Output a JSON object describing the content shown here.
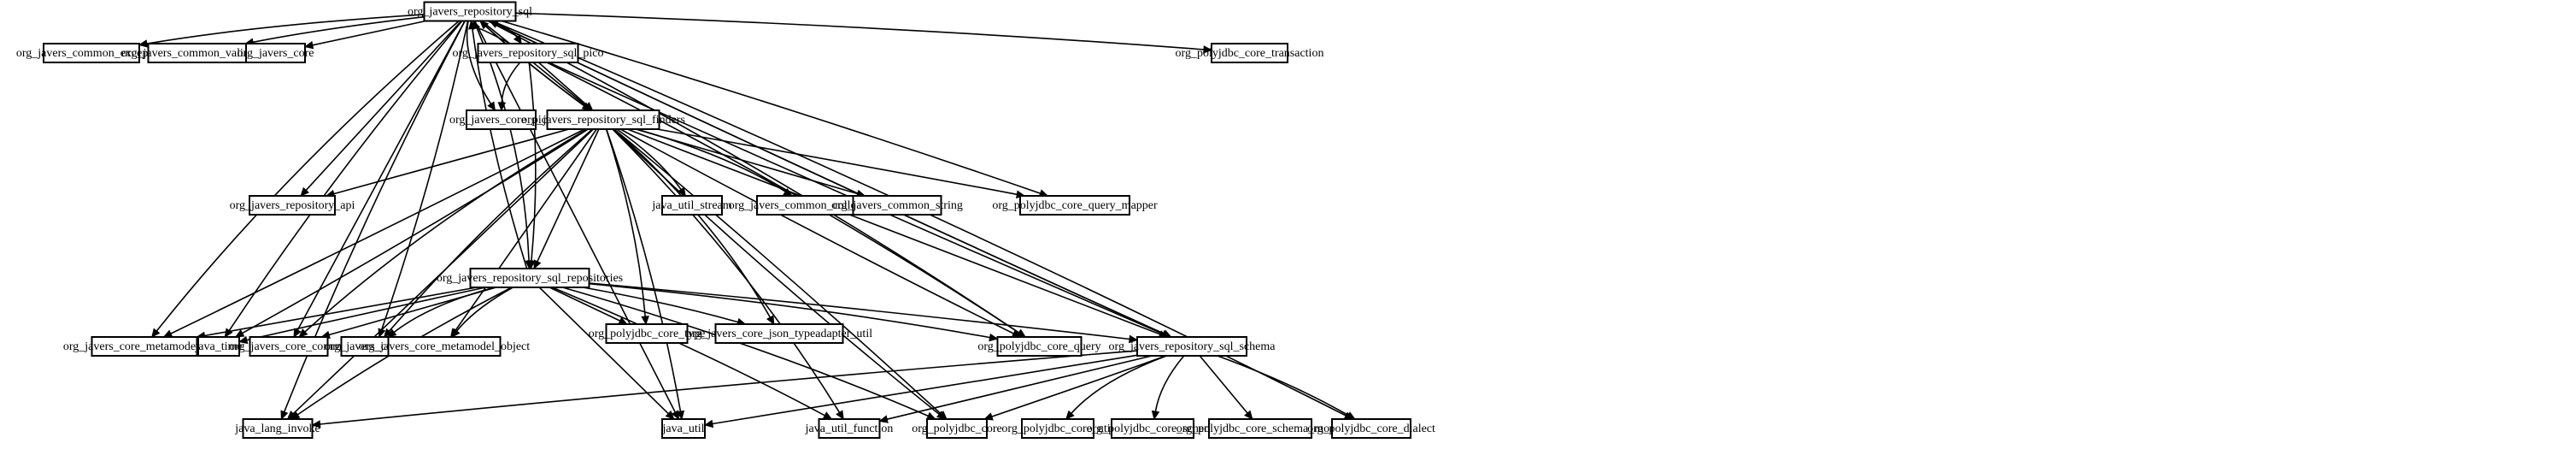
{
  "nodes": [
    {
      "id": "org_javers_repository_sql",
      "label": "org_javers_repository_sql"
    },
    {
      "id": "org_javers_common_exception",
      "label": "org_javers_common_exception"
    },
    {
      "id": "org_javers_common_validation",
      "label": "org_javers_common_validation"
    },
    {
      "id": "org_javers_core",
      "label": "org_javers_core"
    },
    {
      "id": "org_javers_repository_sql_pico",
      "label": "org_javers_repository_sql_pico"
    },
    {
      "id": "org_polyjdbc_core_transaction",
      "label": "org_polyjdbc_core_transaction"
    },
    {
      "id": "org_javers_core_pico",
      "label": "org_javers_core_pico"
    },
    {
      "id": "org_javers_repository_sql_finders",
      "label": "org_javers_repository_sql_finders"
    },
    {
      "id": "org_javers_repository_api",
      "label": "org_javers_repository_api"
    },
    {
      "id": "java_util_stream",
      "label": "java_util_stream"
    },
    {
      "id": "org_javers_common_collections",
      "label": "org_javers_common_collections"
    },
    {
      "id": "org_javers_common_string",
      "label": "org_javers_common_string"
    },
    {
      "id": "org_polyjdbc_core_query_mapper",
      "label": "org_polyjdbc_core_query_mapper"
    },
    {
      "id": "org_javers_repository_sql_repositories",
      "label": "org_javers_repository_sql_repositories"
    },
    {
      "id": "org_javers_core_metamodel_type",
      "label": "org_javers_core_metamodel_type"
    },
    {
      "id": "java_time",
      "label": "java_time"
    },
    {
      "id": "org_javers_core_commit",
      "label": "org_javers_core_commit"
    },
    {
      "id": "org_javers_core_json",
      "label": "org_javers_core_json"
    },
    {
      "id": "org_javers_core_metamodel_object",
      "label": "org_javers_core_metamodel_object"
    },
    {
      "id": "org_polyjdbc_core_type",
      "label": "org_polyjdbc_core_type"
    },
    {
      "id": "org_javers_core_json_typeadapter_util",
      "label": "org_javers_core_json_typeadapter_util"
    },
    {
      "id": "org_polyjdbc_core_query",
      "label": "org_polyjdbc_core_query"
    },
    {
      "id": "org_javers_repository_sql_schema",
      "label": "org_javers_repository_sql_schema"
    },
    {
      "id": "java_lang_invoke",
      "label": "java_lang_invoke"
    },
    {
      "id": "java_util",
      "label": "java_util"
    },
    {
      "id": "java_util_function",
      "label": "java_util_function"
    },
    {
      "id": "org_polyjdbc_core",
      "label": "org_polyjdbc_core"
    },
    {
      "id": "org_polyjdbc_core_util",
      "label": "org_polyjdbc_core_util"
    },
    {
      "id": "org_polyjdbc_core_schema",
      "label": "org_polyjdbc_core_schema"
    },
    {
      "id": "org_polyjdbc_core_schema_model",
      "label": "org_polyjdbc_core_schema_model"
    },
    {
      "id": "org_polyjdbc_core_dialect",
      "label": "org_polyjdbc_core_dialect"
    }
  ],
  "edges": [
    {
      "from": "org_javers_repository_sql",
      "to": "org_javers_common_exception"
    },
    {
      "from": "org_javers_repository_sql",
      "to": "org_javers_common_validation"
    },
    {
      "from": "org_javers_repository_sql",
      "to": "org_javers_core"
    },
    {
      "from": "org_javers_repository_sql",
      "to": "org_javers_repository_sql_pico"
    },
    {
      "from": "org_javers_repository_sql",
      "to": "org_polyjdbc_core_transaction"
    },
    {
      "from": "org_javers_repository_sql",
      "to": "org_javers_core_pico"
    },
    {
      "from": "org_javers_repository_sql",
      "to": "org_javers_repository_sql_finders"
    },
    {
      "from": "org_javers_repository_sql",
      "to": "org_javers_repository_api"
    },
    {
      "from": "org_javers_repository_sql",
      "to": "org_polyjdbc_core_query_mapper"
    },
    {
      "from": "org_javers_repository_sql",
      "to": "org_javers_repository_sql_repositories"
    },
    {
      "from": "org_javers_repository_sql",
      "to": "org_javers_core_metamodel_type"
    },
    {
      "from": "org_javers_repository_sql",
      "to": "java_time"
    },
    {
      "from": "org_javers_repository_sql",
      "to": "org_javers_core_commit"
    },
    {
      "from": "org_javers_repository_sql",
      "to": "org_javers_core_json"
    },
    {
      "from": "org_javers_repository_sql",
      "to": "org_polyjdbc_core_query"
    },
    {
      "from": "org_javers_repository_sql",
      "to": "org_javers_repository_sql_schema"
    },
    {
      "from": "org_javers_repository_sql",
      "to": "java_lang_invoke"
    },
    {
      "from": "org_javers_repository_sql",
      "to": "java_util"
    },
    {
      "from": "org_javers_repository_sql",
      "to": "org_polyjdbc_core"
    },
    {
      "from": "org_javers_repository_sql",
      "to": "org_polyjdbc_core_dialect"
    },
    {
      "from": "org_javers_repository_sql_pico",
      "to": "org_javers_repository_sql"
    },
    {
      "from": "org_javers_repository_sql_pico",
      "to": "org_javers_core_pico"
    },
    {
      "from": "org_javers_repository_sql_pico",
      "to": "org_javers_repository_sql_finders"
    },
    {
      "from": "org_javers_repository_sql_pico",
      "to": "org_javers_repository_sql_repositories"
    },
    {
      "from": "org_javers_repository_sql_pico",
      "to": "org_polyjdbc_core_query"
    },
    {
      "from": "org_javers_repository_sql_pico",
      "to": "org_javers_repository_sql_schema"
    },
    {
      "from": "org_javers_repository_sql_finders",
      "to": "org_javers_repository_sql"
    },
    {
      "from": "org_javers_repository_sql_finders",
      "to": "org_javers_repository_api"
    },
    {
      "from": "org_javers_repository_sql_finders",
      "to": "java_util_stream"
    },
    {
      "from": "org_javers_repository_sql_finders",
      "to": "org_javers_common_collections"
    },
    {
      "from": "org_javers_repository_sql_finders",
      "to": "org_javers_common_string"
    },
    {
      "from": "org_javers_repository_sql_finders",
      "to": "org_polyjdbc_core_query_mapper"
    },
    {
      "from": "org_javers_repository_sql_finders",
      "to": "org_javers_repository_sql_repositories"
    },
    {
      "from": "org_javers_repository_sql_finders",
      "to": "org_javers_core_metamodel_type"
    },
    {
      "from": "org_javers_repository_sql_finders",
      "to": "java_time"
    },
    {
      "from": "org_javers_repository_sql_finders",
      "to": "org_javers_core_commit"
    },
    {
      "from": "org_javers_repository_sql_finders",
      "to": "org_javers_core_json"
    },
    {
      "from": "org_javers_repository_sql_finders",
      "to": "org_javers_core_metamodel_object"
    },
    {
      "from": "org_javers_repository_sql_finders",
      "to": "org_polyjdbc_core_type"
    },
    {
      "from": "org_javers_repository_sql_finders",
      "to": "org_javers_core_json_typeadapter_util"
    },
    {
      "from": "org_javers_repository_sql_finders",
      "to": "org_polyjdbc_core_query"
    },
    {
      "from": "org_javers_repository_sql_finders",
      "to": "org_javers_repository_sql_schema"
    },
    {
      "from": "org_javers_repository_sql_finders",
      "to": "java_lang_invoke"
    },
    {
      "from": "org_javers_repository_sql_finders",
      "to": "java_util"
    },
    {
      "from": "org_javers_repository_sql_finders",
      "to": "java_util_function"
    },
    {
      "from": "org_javers_repository_sql_finders",
      "to": "org_polyjdbc_core"
    },
    {
      "from": "org_javers_repository_sql_repositories",
      "to": "org_javers_repository_sql"
    },
    {
      "from": "org_javers_repository_sql_repositories",
      "to": "org_javers_core_metamodel_type"
    },
    {
      "from": "org_javers_repository_sql_repositories",
      "to": "java_time"
    },
    {
      "from": "org_javers_repository_sql_repositories",
      "to": "org_javers_core_commit"
    },
    {
      "from": "org_javers_repository_sql_repositories",
      "to": "org_javers_core_json"
    },
    {
      "from": "org_javers_repository_sql_repositories",
      "to": "org_javers_core_metamodel_object"
    },
    {
      "from": "org_javers_repository_sql_repositories",
      "to": "org_polyjdbc_core_type"
    },
    {
      "from": "org_javers_repository_sql_repositories",
      "to": "org_javers_core_json_typeadapter_util"
    },
    {
      "from": "org_javers_repository_sql_repositories",
      "to": "org_polyjdbc_core_query"
    },
    {
      "from": "org_javers_repository_sql_repositories",
      "to": "org_javers_repository_sql_schema"
    },
    {
      "from": "org_javers_repository_sql_repositories",
      "to": "java_lang_invoke"
    },
    {
      "from": "org_javers_repository_sql_repositories",
      "to": "java_util"
    },
    {
      "from": "org_javers_repository_sql_repositories",
      "to": "java_util_function"
    },
    {
      "from": "org_javers_repository_sql_repositories",
      "to": "org_polyjdbc_core"
    },
    {
      "from": "org_javers_repository_sql_schema",
      "to": "org_javers_repository_sql"
    },
    {
      "from": "org_javers_repository_sql_schema",
      "to": "java_lang_invoke"
    },
    {
      "from": "org_javers_repository_sql_schema",
      "to": "java_util"
    },
    {
      "from": "org_javers_repository_sql_schema",
      "to": "java_util_function"
    },
    {
      "from": "org_javers_repository_sql_schema",
      "to": "org_polyjdbc_core"
    },
    {
      "from": "org_javers_repository_sql_schema",
      "to": "org_polyjdbc_core_util"
    },
    {
      "from": "org_javers_repository_sql_schema",
      "to": "org_polyjdbc_core_schema"
    },
    {
      "from": "org_javers_repository_sql_schema",
      "to": "org_polyjdbc_core_schema_model"
    },
    {
      "from": "org_javers_repository_sql_schema",
      "to": "org_polyjdbc_core_dialect"
    }
  ]
}
